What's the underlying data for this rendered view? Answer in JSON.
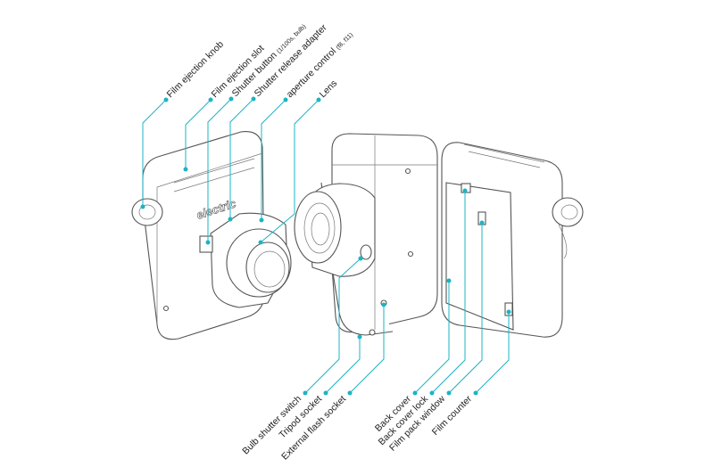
{
  "colors": {
    "accent": "#1bb4c4",
    "outline": "#555555"
  },
  "top_labels": [
    {
      "text": "Film ejection knob",
      "note": ""
    },
    {
      "text": "Film ejection slot",
      "note": ""
    },
    {
      "text": "Shutter button",
      "note": "(1/100s, bulb)"
    },
    {
      "text": "Shutter release adapter",
      "note": ""
    },
    {
      "text": "aperture control",
      "note": "(f8, f11)"
    },
    {
      "text": "Lens",
      "note": ""
    }
  ],
  "bottom_labels": [
    {
      "text": "Bulb shutter switch"
    },
    {
      "text": "Tripod socket"
    },
    {
      "text": "External flash socket"
    },
    {
      "text": "Back cover"
    },
    {
      "text": "Back cover lock"
    },
    {
      "text": "Film pack window"
    },
    {
      "text": "Film counter"
    }
  ]
}
